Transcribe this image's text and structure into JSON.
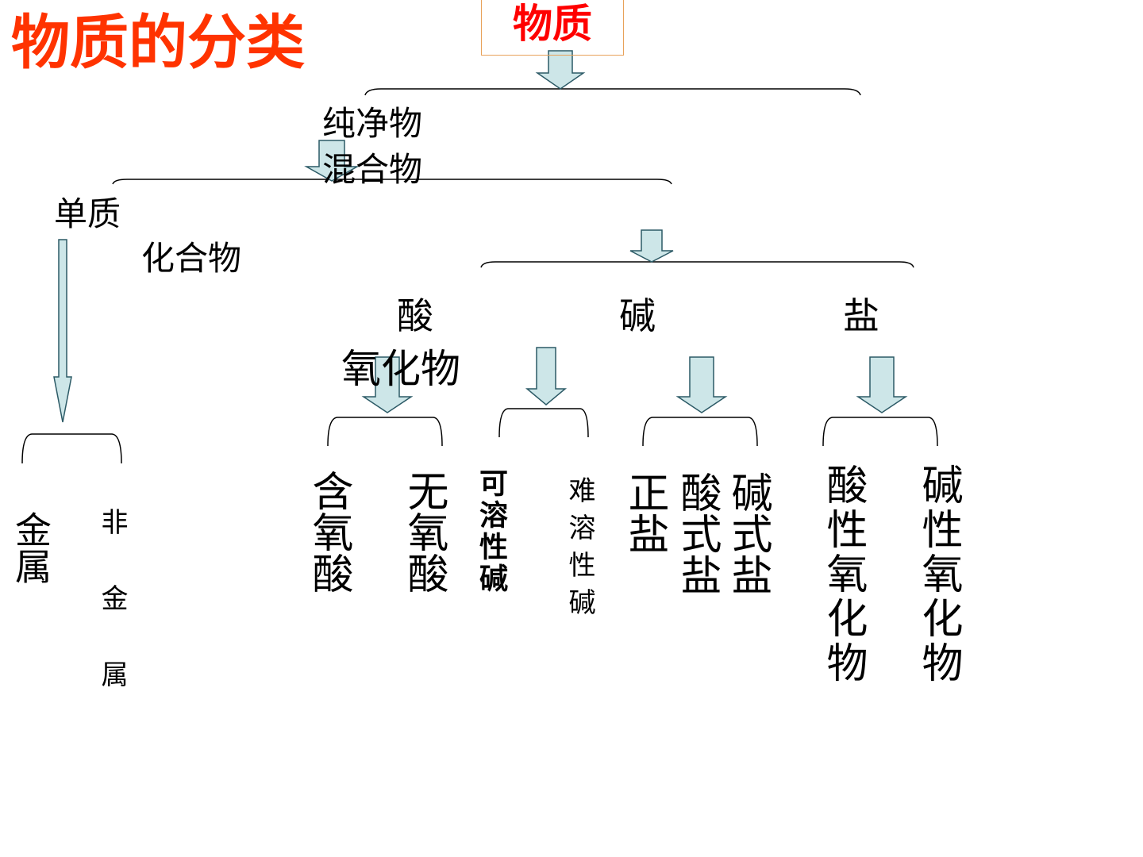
{
  "title": "物质的分类",
  "root": "物质",
  "level1": [
    "纯净物",
    "混合物"
  ],
  "level2": [
    "单质",
    "化合物"
  ],
  "elements": [
    "金属",
    "非金属"
  ],
  "compounds": [
    "酸",
    "碱",
    "盐",
    "氧化物"
  ],
  "acids": [
    "含氧酸",
    "无氧酸"
  ],
  "bases": [
    "可溶性碱",
    "难溶性碱"
  ],
  "salts": [
    "正盐",
    "酸式盐",
    "碱式盐"
  ],
  "oxides": [
    "酸性氧化物",
    "碱性氧化物"
  ],
  "colors": {
    "title": "#ff3300",
    "root_text": "#ff0000",
    "root_border": "#e8a25a",
    "arrow_fill": "#cde6e8",
    "arrow_stroke": "#2c5a66"
  }
}
